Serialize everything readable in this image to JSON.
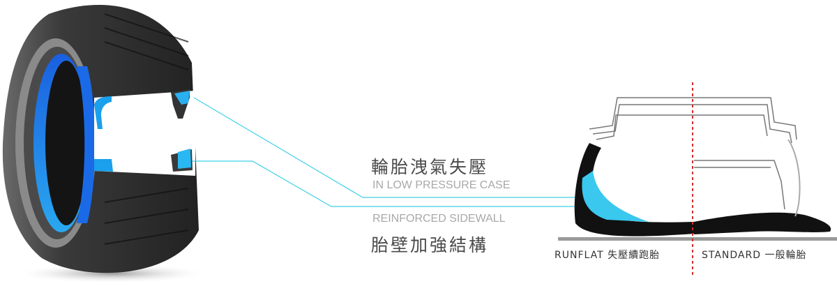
{
  "callout_top": {
    "title_zh": "輪胎洩氣失壓",
    "subtitle_en": "IN LOW PRESSURE CASE"
  },
  "callout_bottom": {
    "subtitle_en": "REINFORCED SIDEWALL",
    "title_zh": "胎壁加強結構"
  },
  "comparison": {
    "left_label": "RUNFLAT 失壓續跑胎",
    "right_label": "STANDARD 一般輪胎"
  },
  "colors": {
    "accent_cyan": "#3fd0e8",
    "reinforcement_blue": "#1e7be8",
    "divider_red": "#d42a2a",
    "tire": "#2a2a2a"
  }
}
